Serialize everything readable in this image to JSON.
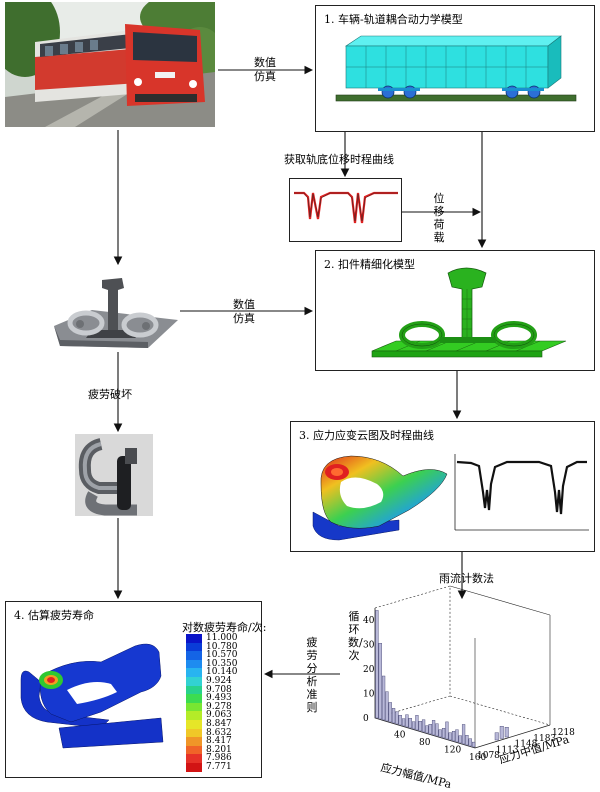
{
  "flow": {
    "step1_title": "1. 车辆-轨道耦合动力学模型",
    "step2_title": "2. 扣件精细化模型",
    "step3_title": "3. 应力应变云图及时程曲线",
    "step4_title": "4. 估算疲劳寿命",
    "numeric_sim_1": "数值\n仿真",
    "numeric_sim_2": "数值\n仿真",
    "get_displacement": "获取轨底位移时程曲线",
    "displacement_load": "位移荷载",
    "fatigue_failure": "疲劳破坏",
    "rainflow": "雨流计数法",
    "fatigue_criterion": "疲劳分析准则"
  },
  "legend": {
    "title": "对数疲劳寿命/次:",
    "values": [
      "11.000",
      "10.780",
      "10.570",
      "10.350",
      "10.140",
      "9.924",
      "9.708",
      "9.493",
      "9.278",
      "9.063",
      "8.847",
      "8.632",
      "8.417",
      "8.201",
      "7.986",
      "7.771"
    ],
    "colors": [
      "#0a14c8",
      "#0a3cd8",
      "#1464e6",
      "#1e8cf0",
      "#28b4f0",
      "#32d2d2",
      "#28d28c",
      "#3cdc50",
      "#78e632",
      "#b4ec28",
      "#e6e628",
      "#f0c828",
      "#f09628",
      "#f06428",
      "#e63228",
      "#d21414"
    ]
  },
  "chart_data": {
    "type": "bar",
    "title": "",
    "zlabel": "循环数/次",
    "xlabel": "应力幅值/MPa",
    "ylabel": "应力中值/MPa",
    "z_ticks": [
      0,
      10,
      20,
      30,
      40
    ],
    "x_ticks": [
      40,
      80,
      120,
      160
    ],
    "y_ticks": [
      1078,
      1113,
      1148,
      1183,
      1218
    ],
    "zlim": [
      0,
      45
    ],
    "xlim": [
      0,
      160
    ],
    "ylim": [
      1078,
      1218
    ],
    "series": [
      {
        "values": [
          44,
          31,
          18,
          12,
          8,
          6,
          5,
          4,
          3,
          5,
          4,
          3,
          6,
          4,
          5,
          3,
          4,
          6,
          5,
          3,
          4,
          7,
          3,
          4,
          5,
          3,
          8,
          4,
          3,
          2
        ]
      }
    ]
  }
}
